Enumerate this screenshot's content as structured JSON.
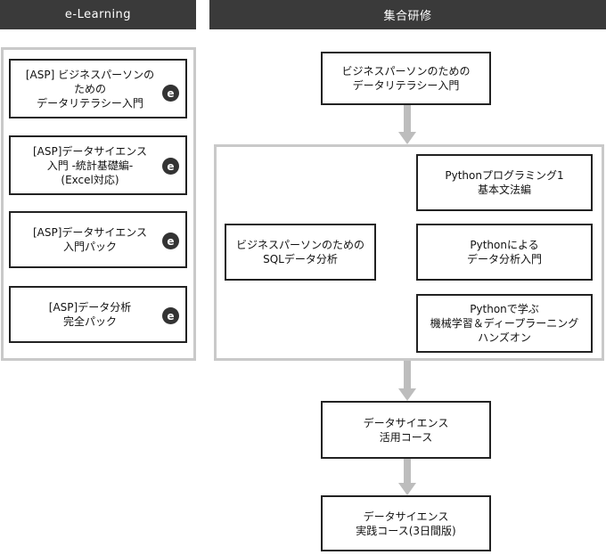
{
  "headers": {
    "elearning": "e-Learning",
    "group_training": "集合研修"
  },
  "elearning_courses": [
    {
      "label": "[ASP] ビジネスパーソンの\nための\nデータリテラシー入門",
      "icon": "e"
    },
    {
      "label": "[ASP]データサイエンス\n入門 -統計基礎編-\n(Excel対応)",
      "icon": "e"
    },
    {
      "label": "[ASP]データサイエンス\n入門パック",
      "icon": "e"
    },
    {
      "label": "[ASP]データ分析\n完全パック",
      "icon": "e"
    }
  ],
  "training": {
    "intro": "ビジネスパーソンのための\nデータリテラシー入門",
    "sql": "ビジネスパーソンのための\nSQLデータ分析",
    "python_prog": "Pythonプログラミング1\n基本文法編",
    "python_analysis": "Pythonによる\nデータ分析入門",
    "python_ml": "Pythonで学ぶ\n機械学習＆ディープラーニング\nハンズオン",
    "ds_applied": "データサイエンス\n活用コース",
    "ds_practice": "データサイエンス\n実践コース(3日間版)"
  },
  "colors": {
    "header_bg": "#3a3a3a",
    "panel_border": "#c9c9c9",
    "arrow": "#bdbdbd",
    "icon_bg": "#333333"
  },
  "icons": [
    "e-icon",
    "down-arrow-icon"
  ]
}
